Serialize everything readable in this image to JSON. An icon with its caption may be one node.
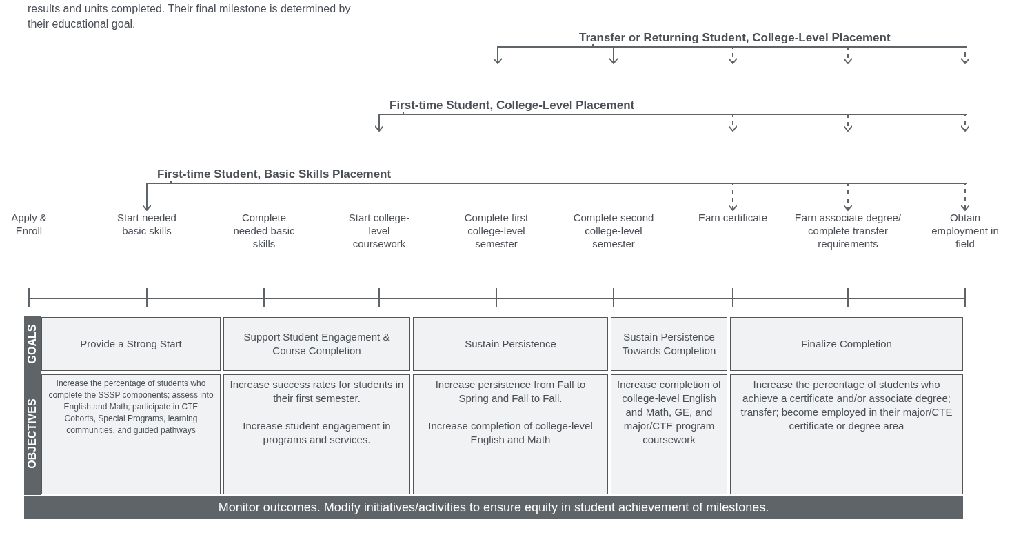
{
  "diagram": {
    "nodes": [
      {
        "text": [
          "Transfer or Returning Student, College-Level Placement"
        ]
      },
      {
        "text": [
          "First-time Student, College-Level Placement"
        ]
      },
      {
        "text": [
          "First-time Student, Basic Skills Placement"
        ]
      },
      {
        "text": [
          "Apply & Enroll"
        ]
      },
      {
        "text": [
          "Start needed basic skills"
        ]
      },
      {
        "text": [
          "Complete needed basic skills"
        ]
      },
      {
        "text": [
          "Start college-level coursework"
        ]
      },
      {
        "text": [
          "Complete first college-level semester"
        ]
      },
      {
        "text": [
          "Complete second college-level semester"
        ]
      },
      {
        "text": [
          "Earn certificate"
        ]
      },
      {
        "text": [
          "Earn associate degree/ complete transfer requirements"
        ]
      },
      {
        "text": [
          "Obtain employment in field"
        ]
      },
      {
        "text": [
          "GOALS"
        ]
      },
      {
        "text": [
          "OBJECTIVES"
        ]
      },
      {
        "text": [
          "Provide a Strong Start"
        ]
      },
      {
        "text": [
          "Support Student Engagement & Course Completion"
        ]
      },
      {
        "text": [
          "Sustain Persistence"
        ]
      },
      {
        "text": [
          "Sustain Persistence Towards Completion"
        ]
      },
      {
        "text": [
          "Finalize Completion"
        ]
      },
      {
        "text": [
          "Increase the percentage of students who complete the SSSP components; assess into English and Math; participate in CTE Cohorts, Special Programs, learning communities, and guided pathways"
        ]
      },
      {
        "text": [
          "Increase success rates for students in their first semester.",
          "Increase student engagement in programs and services."
        ]
      },
      {
        "text": [
          "Increase persistence from Fall to Spring and Fall to Fall.",
          "Increase completion of college-level English and Math"
        ]
      },
      {
        "text": [
          "Increase completion of college-level English and Math, GE, and major/CTE program coursework"
        ]
      },
      {
        "text": [
          "Increase the percentage of students who achieve a certificate and/or associate degree; transfer; become employed in their major/CTE certificate or degree area"
        ]
      },
      {
        "text": [
          "Monitor outcomes. Modify initiatives/activities to ensure equity in student achievement of milestones."
        ]
      }
    ],
    "edges": [
      {
        "from": 0,
        "to": null,
        "arrow": "to"
      },
      {
        "from": 0,
        "to": null,
        "arrow": "to"
      },
      {
        "from": 0,
        "to": null,
        "arrow": "to",
        "style": "dashed"
      },
      {
        "from": 0,
        "to": null,
        "arrow": "to",
        "style": "dashed"
      },
      {
        "from": 0,
        "to": null,
        "arrow": "to",
        "style": "dashed"
      },
      {
        "from": 1,
        "to": null,
        "arrow": "to"
      },
      {
        "from": 1,
        "to": null,
        "arrow": "to",
        "style": "dashed"
      },
      {
        "from": 1,
        "to": null,
        "arrow": "to",
        "style": "dashed"
      },
      {
        "from": 1,
        "to": null,
        "arrow": "to",
        "style": "dashed"
      },
      {
        "from": 2,
        "to": 4,
        "arrow": "to"
      },
      {
        "from": 2,
        "to": 9,
        "arrow": "to",
        "style": "dashed"
      },
      {
        "from": 2,
        "to": 10,
        "arrow": "to",
        "style": "dashed"
      },
      {
        "from": 2,
        "to": 11,
        "arrow": "to",
        "style": "dashed"
      }
    ],
    "labels": [
      "results and units completed. Their final milestone is determined by their educational goal."
    ]
  }
}
